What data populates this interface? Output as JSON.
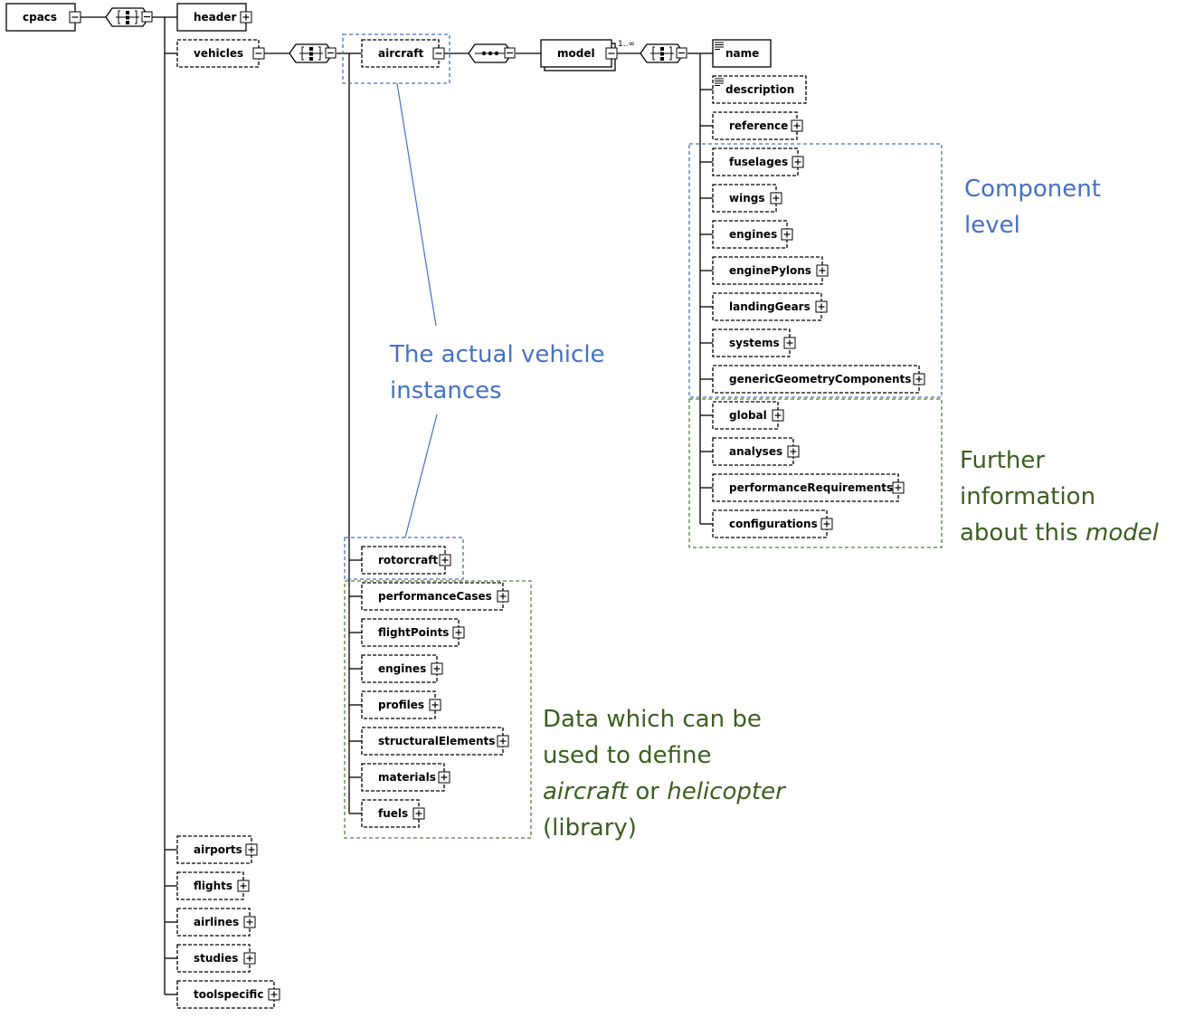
{
  "nodes": {
    "cpacs": "cpacs",
    "header": "header",
    "vehicles": "vehicles",
    "aircraft": "aircraft",
    "model": "model",
    "model_multiplicity": "1..∞",
    "name": "name",
    "description": "description",
    "reference": "reference",
    "fuselages": "fuselages",
    "wings": "wings",
    "engines": "engines",
    "enginePylons": "enginePylons",
    "landingGears": "landingGears",
    "systems": "systems",
    "genericGeometryComponents": "genericGeometryComponents",
    "global": "global",
    "analyses": "analyses",
    "performanceRequirements": "performanceRequirements",
    "configurations": "configurations",
    "rotorcraft": "rotorcraft",
    "performanceCases": "performanceCases",
    "flightPoints": "flightPoints",
    "profiles_engines": "engines",
    "profiles": "profiles",
    "structuralElements": "structuralElements",
    "materials": "materials",
    "fuels": "fuels",
    "airports": "airports",
    "flights": "flights",
    "airlines": "airlines",
    "studies": "studies",
    "toolspecific": "toolspecific"
  },
  "annotations": {
    "component_level": [
      "Component",
      "level"
    ],
    "vehicle_instances": [
      "The actual vehicle",
      "instances"
    ],
    "further_info": {
      "line1": "Further",
      "line2": "information",
      "line3_prefix": "about this ",
      "line3_italic": "model"
    },
    "library": {
      "line1": "Data which can be",
      "line2": "used to define",
      "line3_italic_a": "aircraft",
      "line3_mid": " or ",
      "line3_italic_b": "helicopter",
      "line4": "(library)"
    }
  },
  "colors": {
    "blue": "#4472c4",
    "green": "#3a5f1f",
    "green_box": "#548235",
    "black": "#000000"
  }
}
